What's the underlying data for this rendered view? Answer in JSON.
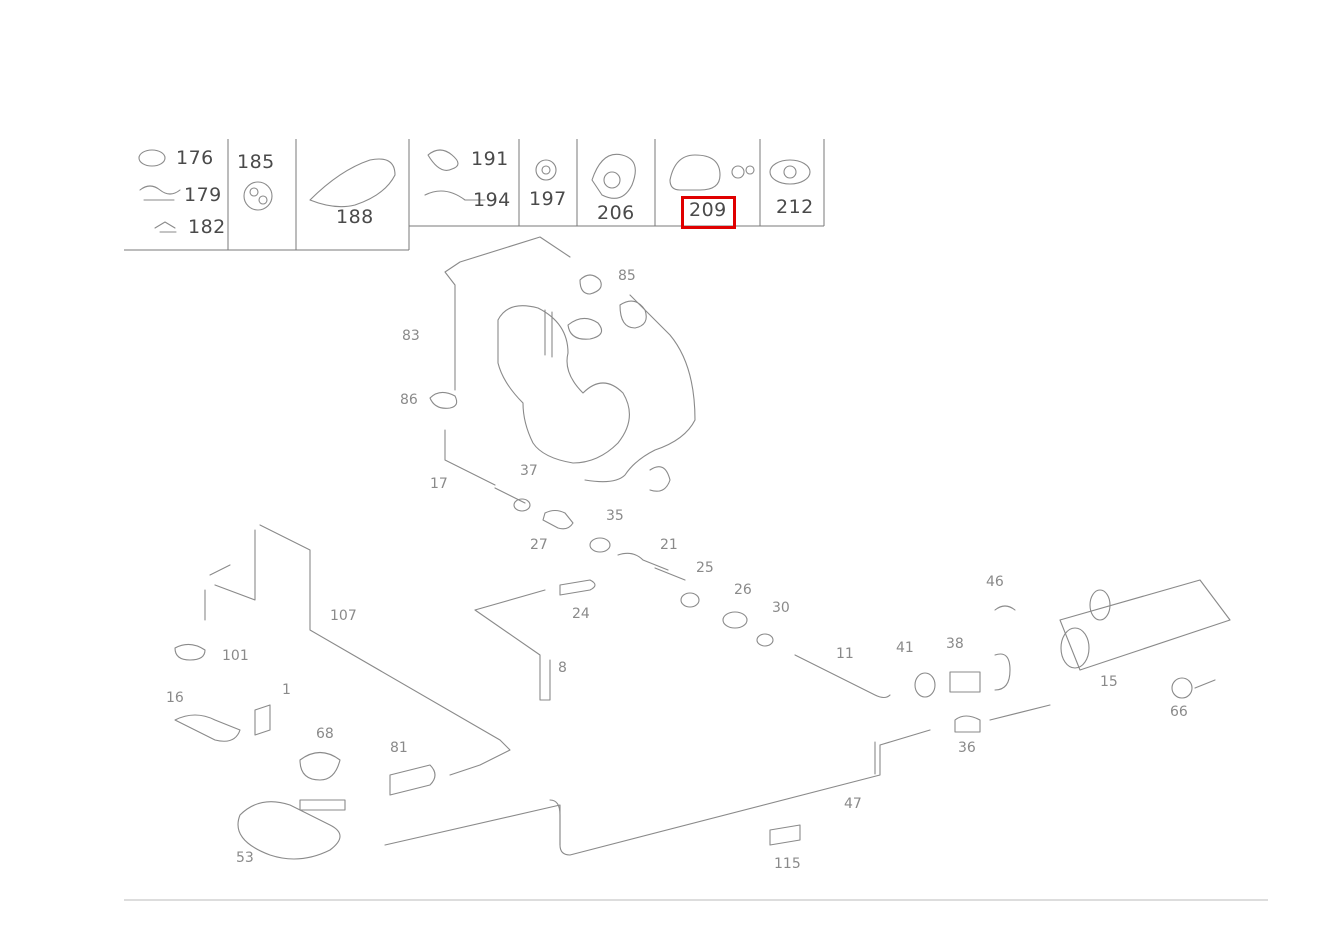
{
  "thumbnail_strip": {
    "groups": [
      {
        "labels": [
          "176",
          "179",
          "182"
        ]
      },
      {
        "labels": [
          "185"
        ]
      },
      {
        "labels": [
          "188"
        ]
      },
      {
        "labels": [
          "191",
          "194"
        ]
      },
      {
        "labels": [
          "197"
        ]
      },
      {
        "labels": [
          "206"
        ]
      },
      {
        "labels": [
          "209"
        ],
        "selected": true
      },
      {
        "labels": [
          "212"
        ]
      }
    ],
    "highlight_color": "#e00000"
  },
  "callouts": {
    "c_top_85": "85",
    "c_left_83": "83",
    "c_left_86": "86",
    "c_left_17": "17",
    "c_mid_37": "37",
    "c_mid_35": "35",
    "c_mid_27": "27",
    "c_mid_21": "21",
    "c_mid_25": "25",
    "c_mid_26": "26",
    "c_mid_30": "30",
    "c_mid_24": "24",
    "c_mid_8": "8",
    "c_right_11": "11",
    "c_right_41": "41",
    "c_right_38": "38",
    "c_right_46": "46",
    "c_right_15": "15",
    "c_right_66": "66",
    "c_right_36": "36",
    "c_right_47": "47",
    "c_lower_115": "115",
    "c_lower_107": "107",
    "c_lower_101": "101",
    "c_lower_16": "16",
    "c_lower_1": "1",
    "c_lower_68": "68",
    "c_lower_81": "81",
    "c_lower_53": "53"
  }
}
